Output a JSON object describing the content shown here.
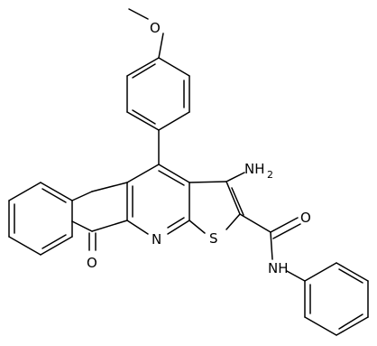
{
  "structure": {
    "atom_labels": {
      "methoxy_oxygen": "O",
      "amino_group": "NH",
      "amino_subscript": "2",
      "pyridine_nitrogen": "N",
      "thiophene_sulfur": "S",
      "carbonyl_oxygen_ketone": "O",
      "carbonyl_oxygen_amide": "O",
      "amide_nitrogen": "NH"
    },
    "colors": {
      "bond": "#000000",
      "label": "#000000",
      "background": "#ffffff"
    }
  }
}
